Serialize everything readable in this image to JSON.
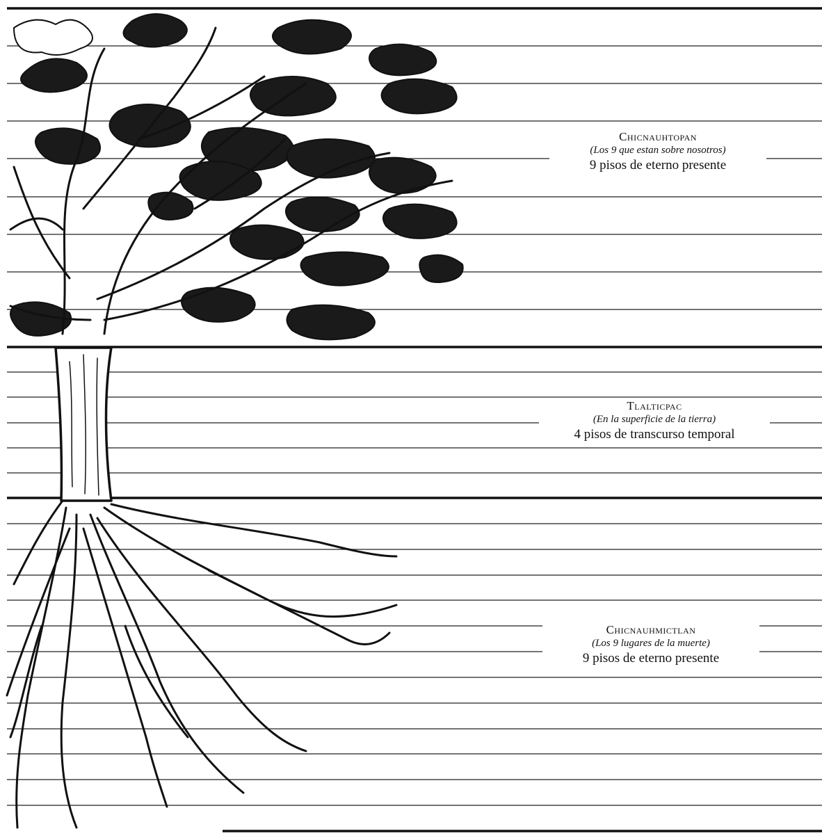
{
  "realms": [
    {
      "id": "upper",
      "title": "Chicnauhtopan",
      "subtitle": "(Los 9 que estan sobre nosotros)",
      "description": "9 pisos de eterno presente"
    },
    {
      "id": "middle",
      "title": "Tlalticpac",
      "subtitle": "(En la superficie de la tierra)",
      "description": "4 pisos de transcurso temporal"
    },
    {
      "id": "lower",
      "title": "Chicnauhmictlan",
      "subtitle": "(Los 9 lugares de la muerte)",
      "description": "9 pisos de eterno presente"
    }
  ],
  "colors": {
    "ink": "#111111",
    "paper": "#ffffff"
  },
  "illustration": "cosmic-tree-icon"
}
